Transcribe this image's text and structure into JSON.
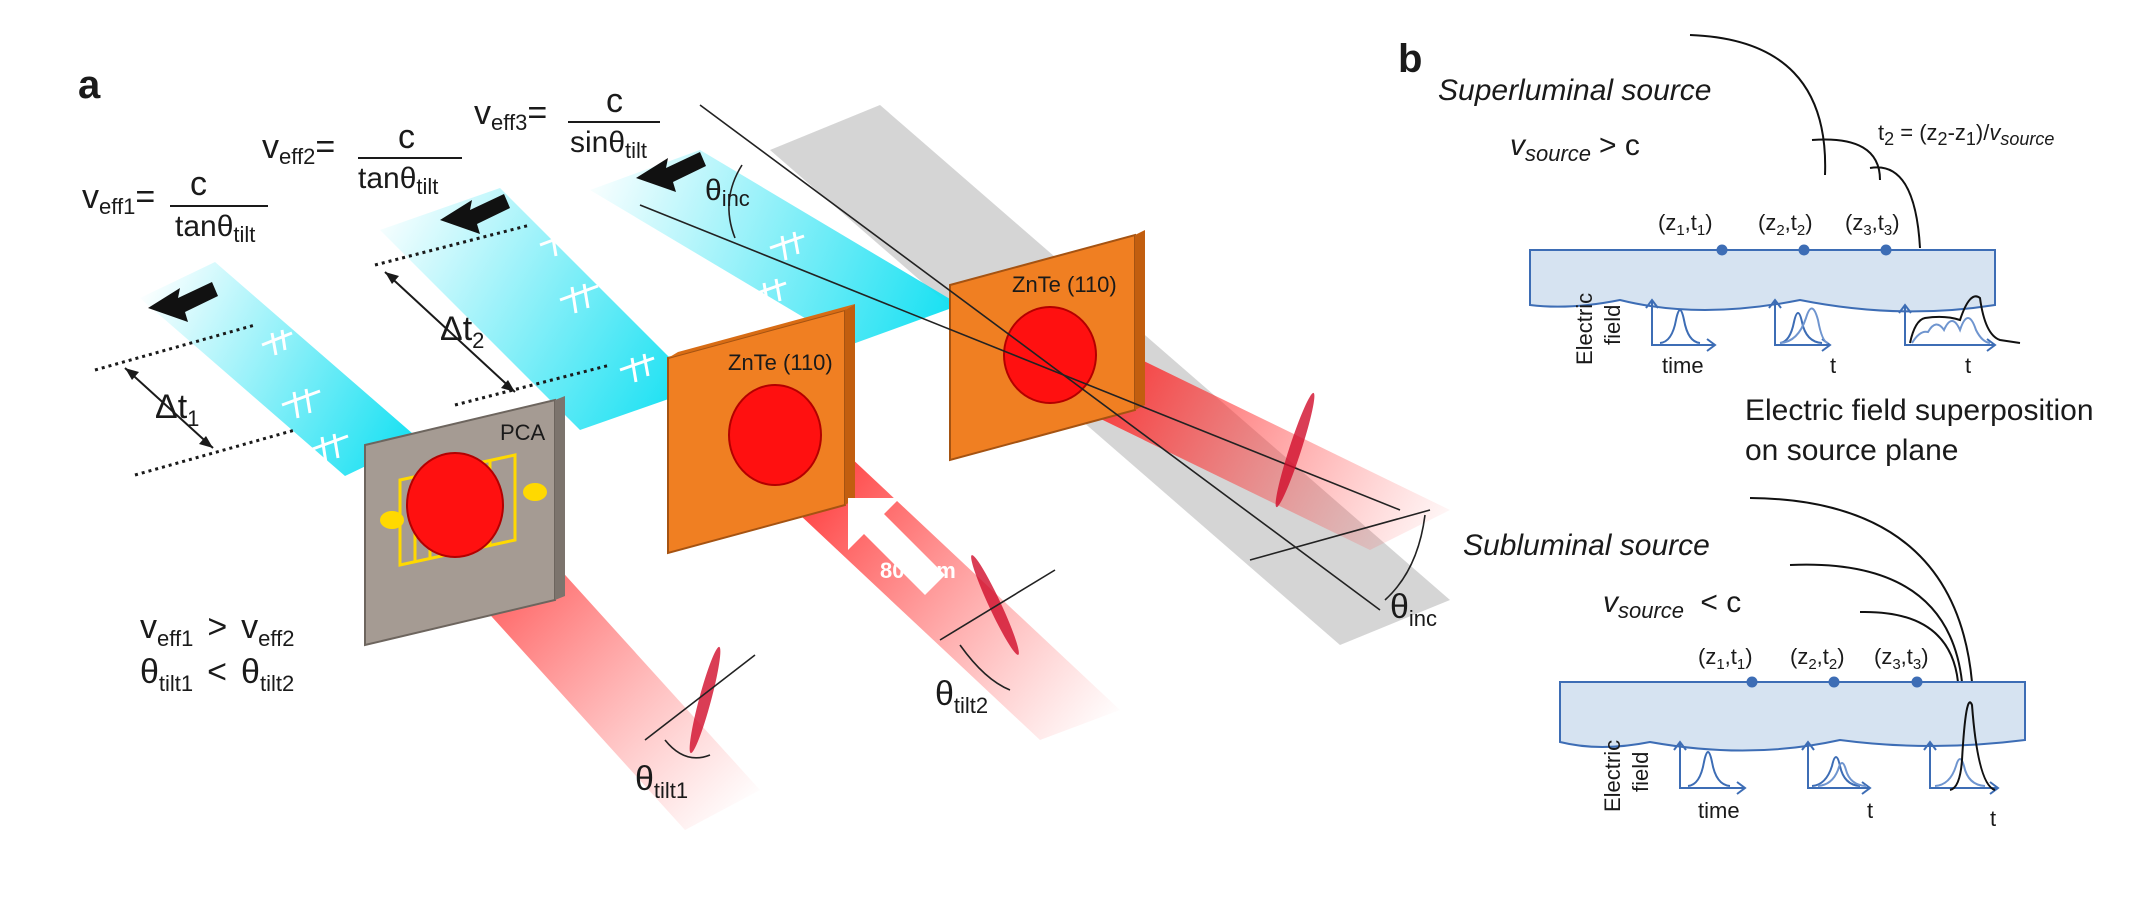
{
  "panel_a": {
    "label": "a",
    "veff1": {
      "v": "v",
      "sub": "eff1",
      "eq": "=",
      "num": "c",
      "den_fn": "tanθ",
      "den_sub": "tilt"
    },
    "veff2": {
      "v": "v",
      "sub": "eff2",
      "eq": "=",
      "num": "c",
      "den_fn": "tanθ",
      "den_sub": "tilt"
    },
    "veff3": {
      "v": "v",
      "sub": "eff3",
      "eq": "=",
      "num": "c",
      "den_fn": "sinθ",
      "den_sub": "tilt"
    },
    "theta_inc_top": {
      "sym": "θ",
      "sub": "inc"
    },
    "theta_inc_right": {
      "sym": "θ",
      "sub": "inc"
    },
    "dt1": {
      "sym": "Δt",
      "sub": "1"
    },
    "dt2": {
      "sym": "Δt",
      "sub": "2"
    },
    "pca_label": "PCA",
    "znte1_label": "ZnTe (110)",
    "znte2_label": "ZnTe (110)",
    "pump_label": "800 nm",
    "theta_tilt1": {
      "sym": "θ",
      "sub": "tilt1"
    },
    "theta_tilt2": {
      "sym": "θ",
      "sub": "tilt2"
    },
    "relation1": {
      "lhs_v": "v",
      "lhs_sub": "eff1",
      "op": ">",
      "rhs_v": "v",
      "rhs_sub": "eff2"
    },
    "relation2": {
      "lhs_v": "θ",
      "lhs_sub": "tilt1",
      "op": "<",
      "rhs_v": "θ",
      "rhs_sub": "tilt2"
    }
  },
  "panel_b": {
    "label": "b",
    "super": {
      "title": "Superluminal source",
      "cond": {
        "v": "v",
        "sub": "source",
        "rel": "> c"
      },
      "t2": {
        "pre": "t",
        "pre_sub": "2",
        "eq": " = (z",
        "s1": "2",
        "mid": "-z",
        "s2": "1",
        "close": ")/",
        "v": "v",
        "v_sub": "source"
      },
      "points": [
        {
          "a": "(z",
          "as": "1",
          "b": ",t",
          "bs": "1",
          "c": ")"
        },
        {
          "a": "(z",
          "as": "2",
          "b": ",t",
          "bs": "2",
          "c": ")"
        },
        {
          "a": "(z",
          "as": "3",
          "b": ",t",
          "bs": "3",
          "c": ")"
        }
      ],
      "ylabel_1": "Electric",
      "ylabel_2": "field",
      "xlabels": [
        "time",
        "t",
        "t"
      ],
      "note_1": "Electric field superposition",
      "note_2": "on source plane"
    },
    "sub": {
      "title": "Subluminal source",
      "cond": {
        "v": "v",
        "sub": "source",
        "rel": " < c"
      },
      "points": [
        {
          "a": "(z",
          "as": "1",
          "b": ",t",
          "bs": "1",
          "c": ")"
        },
        {
          "a": "(z",
          "as": "2",
          "b": ",t",
          "bs": "2",
          "c": ")"
        },
        {
          "a": "(z",
          "as": "3",
          "b": ",t",
          "bs": "3",
          "c": ")"
        }
      ],
      "ylabel_1": "Electric",
      "ylabel_2": "field",
      "xlabels": [
        "time",
        "t",
        "t"
      ]
    }
  },
  "colors": {
    "thz_beam": "#19e3f5",
    "laser_beam": "#ff1a1a",
    "znte_crystal": "#f07f22",
    "pca_substrate": "#a59b93",
    "source_plane": "#d6e3f1",
    "axis_blue": "#3d6db5"
  }
}
